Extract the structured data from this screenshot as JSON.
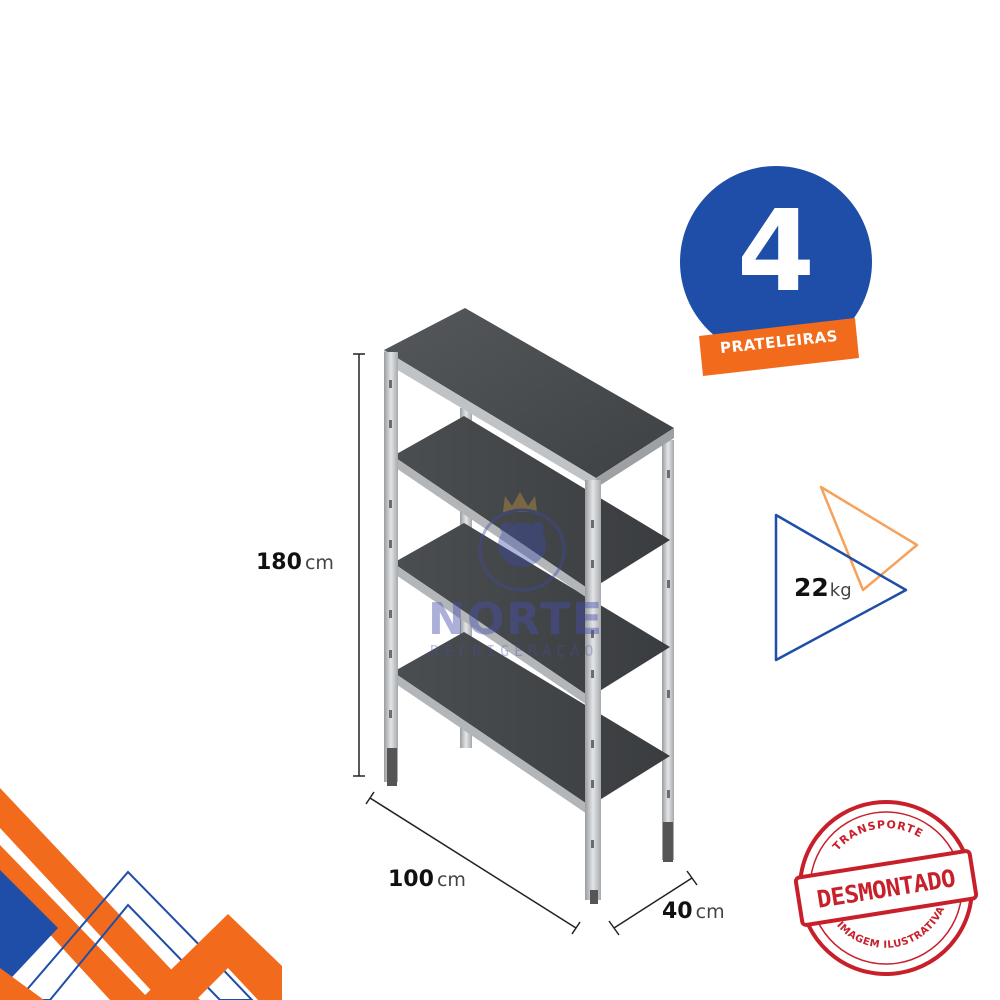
{
  "product": {
    "shelf_count": "4",
    "shelf_label": "PRATELEIRAS",
    "brand_name": "NORTE",
    "brand_subtitle": "REFRIGERAÇÃO"
  },
  "dimensions": {
    "height_value": "180",
    "height_unit": "cm",
    "width_value": "100",
    "width_unit": "cm",
    "depth_value": "40",
    "depth_unit": "cm"
  },
  "weight": {
    "value": "22",
    "unit": "kg"
  },
  "stamp": {
    "top_text": "TRANSPORTE",
    "main_text": "DESMONTADO",
    "bottom_text": "IMAGEM ILUSTRATIVA"
  },
  "colors": {
    "badge_blue": "#1f4ea8",
    "ribbon_orange": "#f26b1d",
    "triangle_blue": "#1f4ea8",
    "triangle_orange": "#f7a15a",
    "stamp_red": "#c8202a",
    "corner_orange": "#f26b1d",
    "corner_blue": "#1f4ea8",
    "shelf_gray": "#4a4d50",
    "frame_silver": "#c4c7ca"
  },
  "icons": {
    "watermark_emblem": "bear-with-crown-icon",
    "weight_icon": "triangle-outline-icon"
  }
}
